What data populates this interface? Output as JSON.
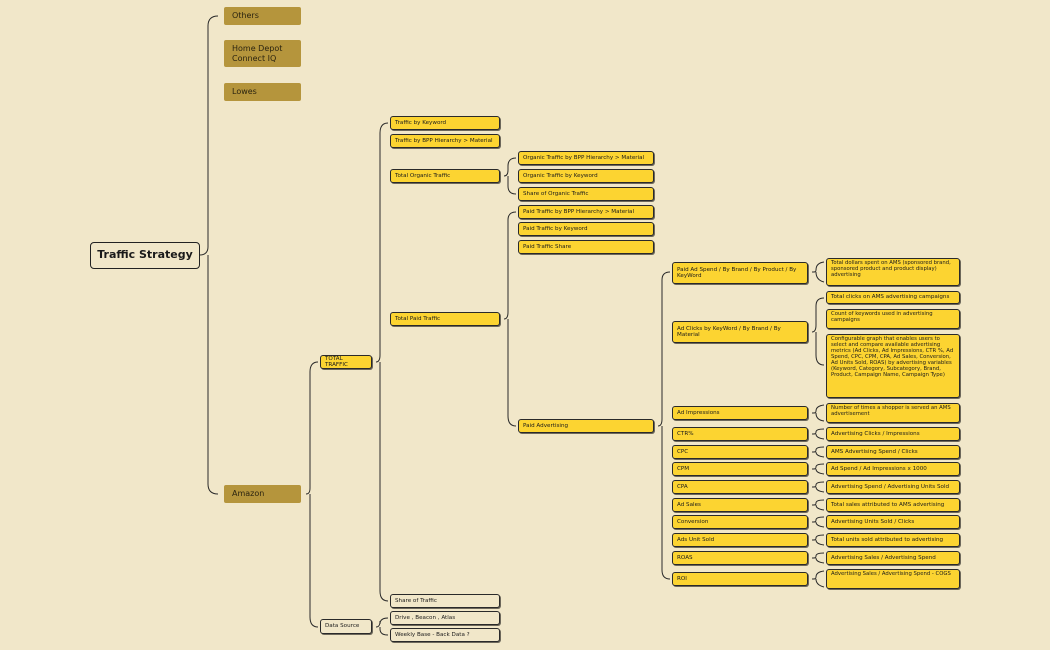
{
  "root": {
    "label": "Traffic Strategy"
  },
  "level1": {
    "others": "Others",
    "home_depot": "Home Depot Connect IQ",
    "lowes": "Lowes",
    "amazon": "Amazon"
  },
  "amazon": {
    "total_traffic": "TOTAL TRAFFIC",
    "data_source": "Data Source"
  },
  "total_traffic_children": {
    "by_keyword": "Traffic by Keyword",
    "by_bpp": "Traffic by BPP Hierarchy > Material",
    "organic": "Total Organic Traffic",
    "paid": "Total Paid Traffic",
    "share": "Share of Traffic"
  },
  "data_source_children": {
    "drive": "Drive , Beacon , Atlas",
    "weekly": "Weekly Base - Back Data ?"
  },
  "organic_children": {
    "bpp": "Organic Traffic by BPP Hierarchy > Material",
    "keyword": "Organic Traffic by Keyword",
    "share": "Share of Organic Traffic"
  },
  "paid_children": {
    "bpp": "Paid Traffic by BPP Hierarchy > Material",
    "keyword": "Paid Traffic by Keyword",
    "share": "Paid Traffic Share",
    "advertising": "Paid Advertising"
  },
  "metrics": {
    "ad_spend": "Paid Ad Spend / By Brand / By Product / By KeyWord",
    "ad_clicks": "Ad Clicks by KeyWord / By Brand / By Material",
    "impressions": "Ad Impressions",
    "ctr": "CTR%",
    "cpc": "CPC",
    "cpm": "CPM",
    "cpa": "CPA",
    "ad_sales": "Ad Sales",
    "conversion": "Conversion",
    "ads_unit_sold": "Ads Unit Sold",
    "roas": "ROAS",
    "roi": "ROI"
  },
  "descriptions": {
    "ad_spend": "Total dollars spent on AMS (sponsored brand, sponsored product and product display) advertising",
    "clicks_total": "Total clicks on AMS advertising campaigns",
    "clicks_keywords": "Count of keywords used in advertising campaigns",
    "clicks_graph": "Configurable graph that enables users to select and compare available advertising metrics (Ad Clicks, Ad Impressions, CTR %, Ad Spend, CPC, CPM, CPA, Ad Sales, Conversion, Ad Units Sold, ROAS) by advertising variables (Keyword, Category, Subcategory, Brand, Product, Campaign Name, Campaign Type)",
    "impressions": "Number of times a shopper is served an AMS advertisement",
    "ctr": "Advertising Clicks / Impressions",
    "cpc": "AMS Advertising Spend / Clicks",
    "cpm": "Ad Spend / Ad Impressions x 1000",
    "cpa": "Advertising Spend / Advertising Units Sold",
    "ad_sales": "Total sales attributed to AMS advertising",
    "conversion": "Advertising Units Sold / Clicks",
    "ads_unit_sold": "Total units sold attributed to advertising",
    "roas": "Advertising Sales / Advertising Spend",
    "roi": "Advertising Sales / Advertising Spend - COGS"
  },
  "colors": {
    "background": "#f1e7c9",
    "level1_fill": "#b5953c",
    "node_fill": "#fcd431",
    "outline": "#2a2a2a"
  }
}
